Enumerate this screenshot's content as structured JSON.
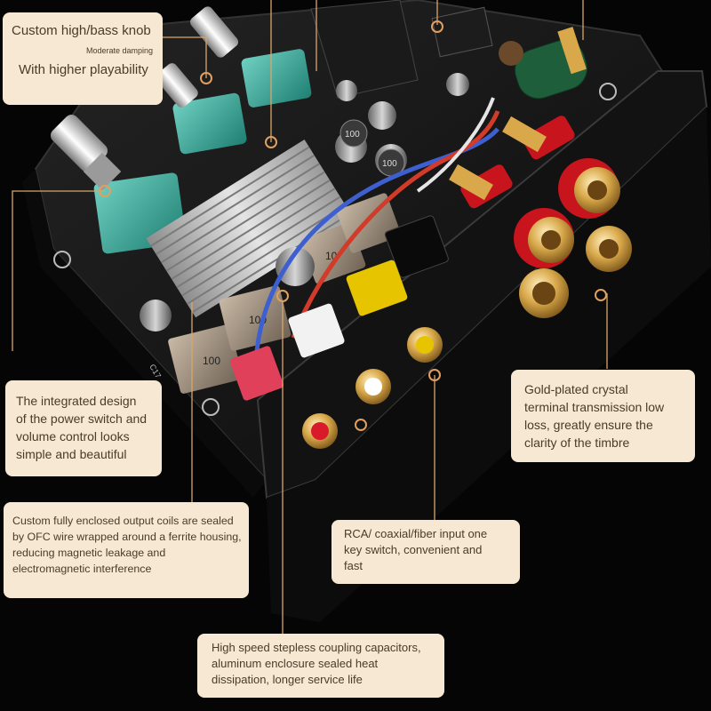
{
  "callouts": {
    "knob": {
      "title": "Custom high/bass knob",
      "sub": "Moderate damping",
      "tagline": "With higher playability"
    },
    "power_switch": {
      "lines": [
        "The integrated design",
        "of the power switch and",
        "volume control looks",
        "simple and beautiful"
      ]
    },
    "gold_terminal": {
      "lines": [
        "Gold-plated crystal",
        "terminal transmission low",
        "loss, greatly ensure the",
        "clarity of the timbre"
      ]
    },
    "output_coils": {
      "lines": [
        "Custom fully enclosed output coils are sealed",
        "by OFC wire wrapped around a ferrite housing,",
        "reducing magnetic leakage and",
        "electromagnetic interference"
      ]
    },
    "input_switch": {
      "lines": [
        "RCA/ coaxial/fiber input one",
        "key switch, convenient and",
        "fast"
      ]
    },
    "capacitors": {
      "lines": [
        "High speed stepless coupling capacitors,",
        "aluminum enclosure sealed heat",
        "dissipation, longer service life"
      ]
    }
  },
  "board_labels": {
    "coil_a": "100",
    "coil_b": "100",
    "coil_c": "10",
    "cap_a": "100",
    "cap_b": "100",
    "silk": "C17"
  },
  "colors": {
    "callout_bg": "#f7e8d3",
    "leader": "#d9a66a",
    "marker": "#e0a060",
    "pcb": "#151515",
    "heatsink": "#c8c8c8",
    "knob_green": "#3aa89a",
    "terminal_red": "#c8141c",
    "gold": "#d8a84a"
  }
}
